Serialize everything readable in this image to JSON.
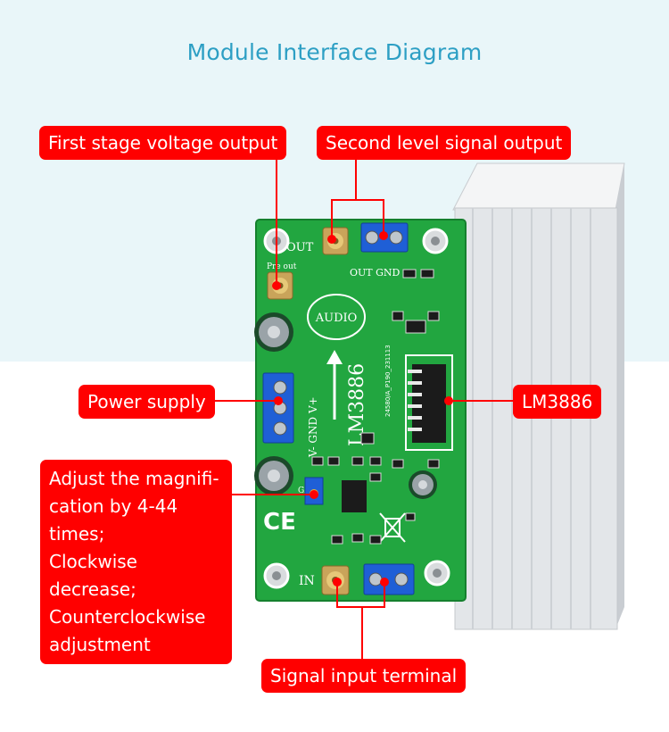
{
  "title": "Module Interface Diagram",
  "labels": {
    "first_stage_output": "First stage voltage output",
    "second_level_output": "Second level signal output",
    "power_supply": "Power supply",
    "chip": "LM3886",
    "gain_adjust": [
      "Adjust the magnifi-",
      "cation by 4-44 times;",
      "Clockwise decrease;",
      "Counterclockwise",
      "adjustment"
    ],
    "signal_input": "Signal input terminal"
  },
  "pcb_silkscreen": {
    "out": "OUT",
    "out_gnd": "OUT GND",
    "pre_out": "Pre out",
    "audio": "AUDIO",
    "chip_name": "LM3886",
    "power_pins": "V- GND V+",
    "gain": "GAIN",
    "in": "IN",
    "board_id": "24580/A_P190_231113",
    "ce_mark": "CE"
  },
  "colors": {
    "callout": "#ff0000",
    "title": "#2d9fc4",
    "pcb": "#1fa33f",
    "heatsink": "#e4e6e8",
    "terminal": "#1f5fd6"
  }
}
